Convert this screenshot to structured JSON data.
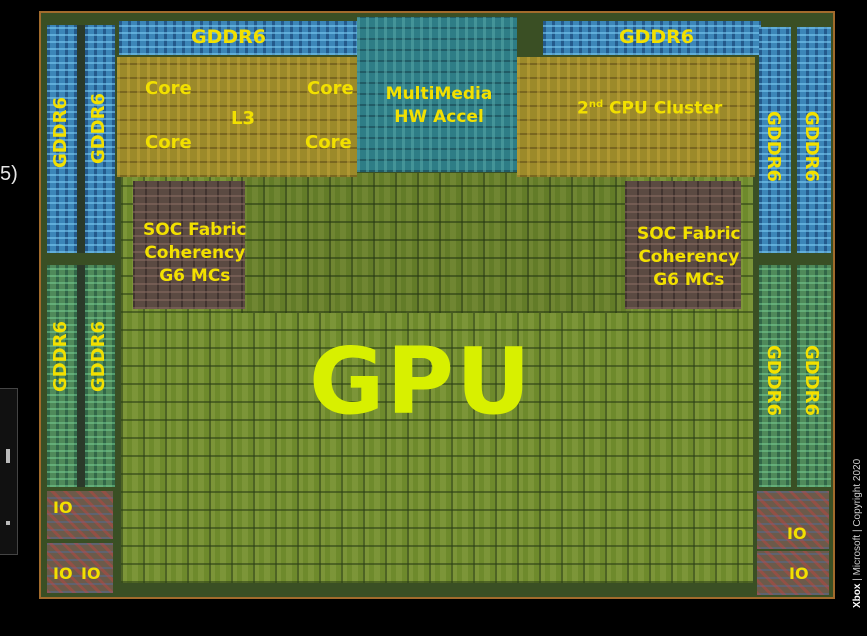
{
  "slide": {
    "left_fragment": "5)",
    "footer_brand": "Xbox",
    "footer_text": " | Microsoft | Copyright 2020"
  },
  "die": {
    "gddr_top_left": "GDDR6",
    "gddr_top_right": "GDDR6",
    "gddr_left_outer_top": "GDDR6",
    "gddr_left_inner_top": "GDDR6",
    "gddr_left_outer_bottom": "GDDR6",
    "gddr_left_inner_bottom": "GDDR6",
    "gddr_right_inner_top": "GDDR6",
    "gddr_right_outer_top": "GDDR6",
    "gddr_right_inner_bottom": "GDDR6",
    "gddr_right_outer_bottom": "GDDR6",
    "core_tl": "Core",
    "core_bl": "Core",
    "core_tr": "Core",
    "core_br": "Core",
    "l3": "L3",
    "multimedia_line1": "MultiMedia",
    "multimedia_line2": "HW Accel",
    "cpu2_prefix": "2",
    "cpu2_sup": "nd",
    "cpu2_suffix": " CPU Cluster",
    "soc_left_line1": "SOC Fabric",
    "soc_left_line2": "Coherency",
    "soc_left_line3": "G6 MCs",
    "soc_right_line1": "SOC Fabric",
    "soc_right_line2": "Coherency",
    "soc_right_line3": "G6 MCs",
    "gpu": "GPU",
    "io_left_upper": "IO",
    "io_left_bottom_1": "IO",
    "io_left_bottom_2": "IO",
    "io_right_upper": "IO",
    "io_right_lower": "IO"
  }
}
